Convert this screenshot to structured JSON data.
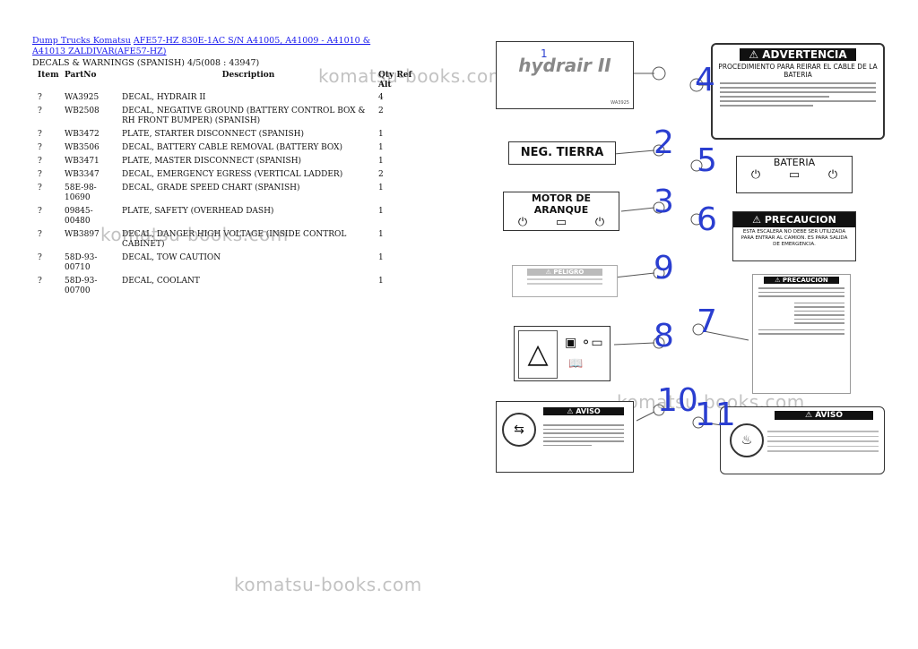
{
  "breadcrumb": {
    "link1": "Dump Trucks Komatsu",
    "link2": "AFE57-HZ 830E-1AC S/N A41005, A41009 - A41010 & A41013 ZALDIVAR(AFE57-HZ)"
  },
  "page_subtitle": "DECALS & WARNINGS (SPANISH) 4/5(008 : 43947)",
  "table": {
    "headers": [
      "Item",
      "PartNo",
      "Description",
      "Qty",
      "Ref",
      "Alt"
    ],
    "rows": [
      {
        "item": "?",
        "part": "WA3925",
        "desc": "DECAL, HYDRAIR II",
        "qty": "4"
      },
      {
        "item": "?",
        "part": "WB2508",
        "desc": "DECAL, NEGATIVE GROUND (BATTERY CONTROL BOX & RH FRONT BUMPER) (SPANISH)",
        "qty": "2"
      },
      {
        "item": "?",
        "part": "WB3472",
        "desc": "PLATE, STARTER DISCONNECT (SPANISH)",
        "qty": "1"
      },
      {
        "item": "?",
        "part": "WB3506",
        "desc": "DECAL, BATTERY CABLE REMOVAL (BATTERY BOX)",
        "qty": "1"
      },
      {
        "item": "?",
        "part": "WB3471",
        "desc": "PLATE, MASTER DISCONNECT (SPANISH)",
        "qty": "1"
      },
      {
        "item": "?",
        "part": "WB3347",
        "desc": "DECAL, EMERGENCY EGRESS (VERTICAL LADDER)",
        "qty": "2"
      },
      {
        "item": "?",
        "part": "58E-98-10690",
        "desc": "DECAL, GRADE SPEED CHART (SPANISH)",
        "qty": "1"
      },
      {
        "item": "?",
        "part": "09845-00480",
        "desc": "PLATE, SAFETY (OVERHEAD DASH)",
        "qty": "1"
      },
      {
        "item": "?",
        "part": "WB3897",
        "desc": "DECAL, DANGER HIGH VOLTAGE (INSIDE CONTROL CABINET)",
        "qty": "1"
      },
      {
        "item": "?",
        "part": "58D-93-00710",
        "desc": "DECAL, TOW CAUTION",
        "qty": "1"
      },
      {
        "item": "?",
        "part": "58D-93-00700",
        "desc": "DECAL, COOLANT",
        "qty": "1"
      }
    ]
  },
  "watermark": "komatsu-books.com",
  "diagram": {
    "callouts": [
      "1",
      "2",
      "3",
      "4",
      "5",
      "6",
      "7",
      "8",
      "9",
      "10",
      "11"
    ],
    "decal1_logo": "hydrair II",
    "decal1_code": "WA3925",
    "decal2_text": "NEG. TIERRA",
    "decal3_text": "MOTOR DE ARANQUE",
    "decal4_head": "ADVERTENCIA",
    "decal4_sub": "PROCEDIMIENTO PARA REIRAR EL CABLE DE LA BATERIA",
    "decal5_text": "BATERIA",
    "decal6_head": "PRECAUCION",
    "decal6_body": "ESTA ESCALERA NO DEBE SER UTILIZADA PARA ENTRAR AL CAMION. ES PARA SALIDA DE EMERGENCIA.",
    "decal7_head": "PRECAUCION",
    "decal9_head": "PELIGRO",
    "decal10_head": "AVISO",
    "decal11_head": "AVISO"
  }
}
